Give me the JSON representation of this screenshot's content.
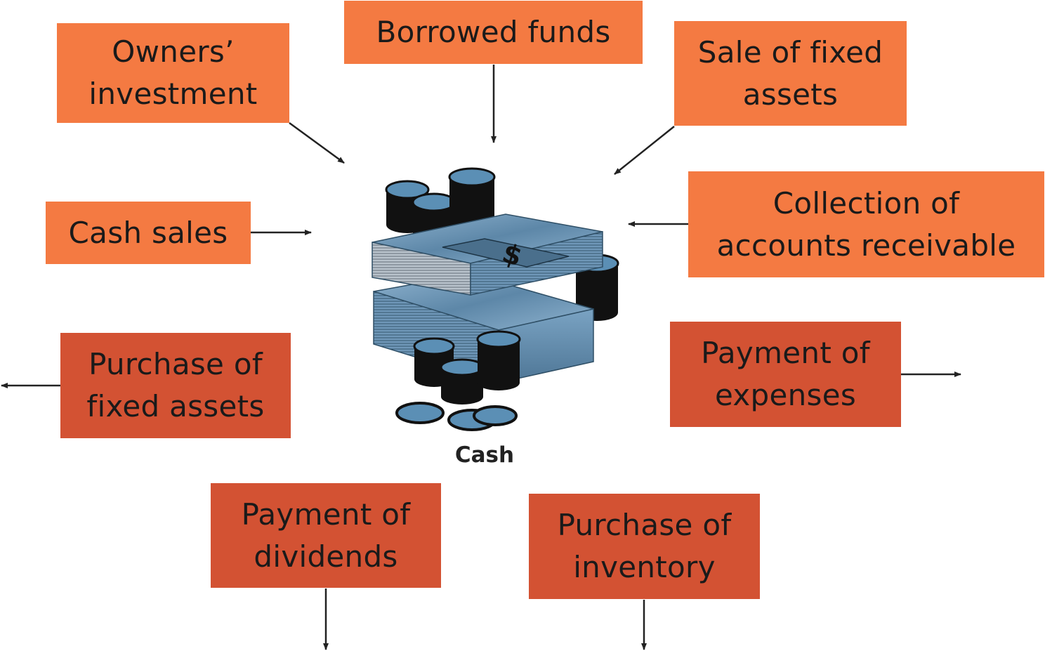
{
  "colors": {
    "inflow_box": "#f47a42",
    "outflow_box": "#d35233",
    "arrow": "#222222",
    "coin_fill": "#5b8fb5",
    "coin_dark": "#111111",
    "bill_fill": "#6f97b8",
    "bill_edge": "#3c5e78"
  },
  "center": {
    "label": "Cash",
    "icon": "money-stack-icon"
  },
  "inflows": [
    {
      "id": "owners-investment",
      "lines": [
        "Owners’",
        "investment"
      ]
    },
    {
      "id": "borrowed-funds",
      "lines": [
        "Borrowed funds"
      ]
    },
    {
      "id": "sale-of-fixed-assets",
      "lines": [
        "Sale of fixed",
        "assets"
      ]
    },
    {
      "id": "cash-sales",
      "lines": [
        "Cash sales"
      ]
    },
    {
      "id": "collection-of-accounts-receivable",
      "lines": [
        "Collection of",
        "accounts receivable"
      ]
    }
  ],
  "outflows": [
    {
      "id": "purchase-of-fixed-assets",
      "lines": [
        "Purchase of",
        "fixed assets"
      ]
    },
    {
      "id": "payment-of-expenses",
      "lines": [
        "Payment of",
        "expenses"
      ]
    },
    {
      "id": "payment-of-dividends",
      "lines": [
        "Payment of",
        "dividends"
      ]
    },
    {
      "id": "purchase-of-inventory",
      "lines": [
        "Purchase of",
        "inventory"
      ]
    }
  ]
}
